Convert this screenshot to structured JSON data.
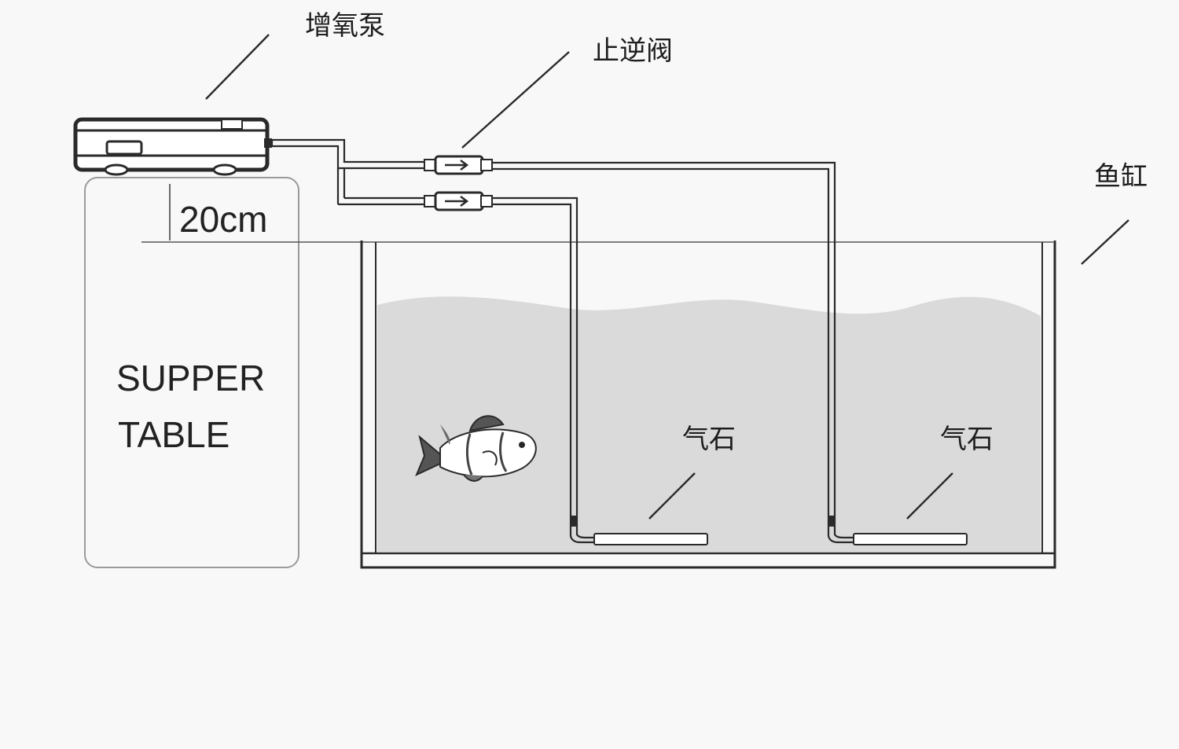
{
  "labels": {
    "pump": "增氧泵",
    "check_valve": "止逆阀",
    "tank": "鱼缸",
    "air_stone_left": "气石",
    "air_stone_right": "气石",
    "height": "20cm",
    "table_line1": "SUPPER",
    "table_line2": "TABLE"
  },
  "colors": {
    "background": "#f8f8f8",
    "water": "#dadada",
    "line": "#2a2a2a",
    "table_border": "#9a9a9a"
  },
  "icons": {
    "pump": "air-pump-icon",
    "valve": "check-valve-icon",
    "fish": "clownfish-icon",
    "air_stone": "air-stone-icon"
  }
}
